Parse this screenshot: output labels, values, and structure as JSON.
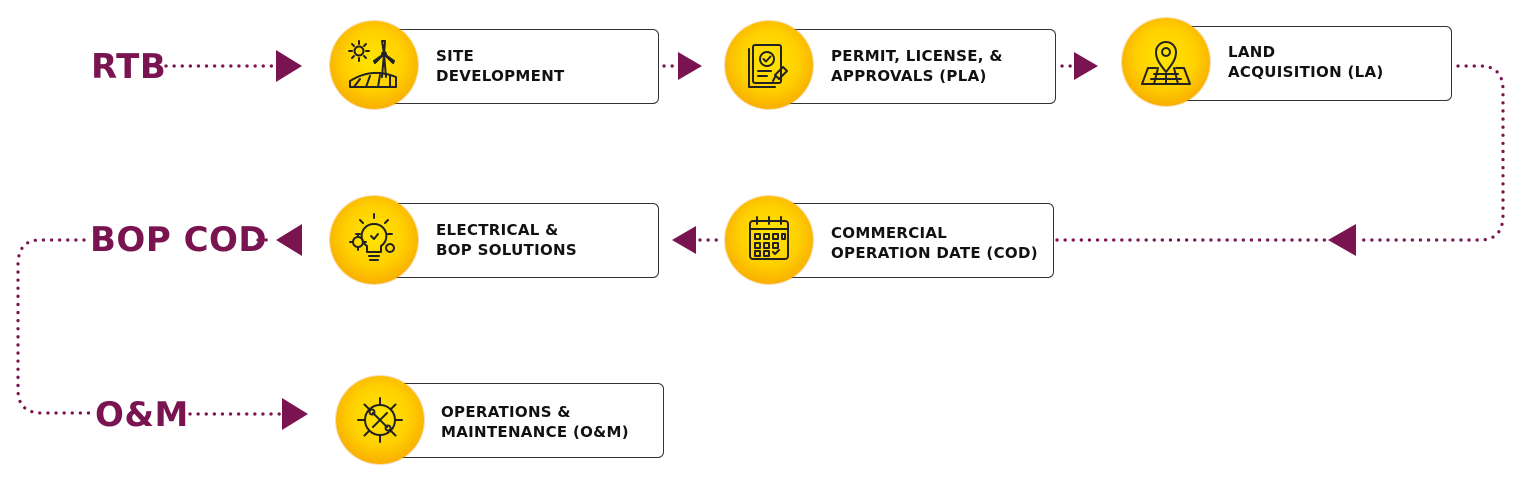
{
  "stages": {
    "rtb": "RTB",
    "bop_cod": "BOP COD",
    "om": "O&M"
  },
  "steps": [
    {
      "line1": "SITE",
      "line2": "DEVELOPMENT",
      "icon": "wind-solar-icon"
    },
    {
      "line1": "PERMIT, LICENSE, &",
      "line2": "APPROVALS (PLA)",
      "icon": "approved-document-icon"
    },
    {
      "line1": "LAND",
      "line2": "ACQUISITION (LA)",
      "icon": "map-pin-icon"
    },
    {
      "line1": "COMMERCIAL",
      "line2": "OPERATION DATE (COD)",
      "icon": "calendar-check-icon"
    },
    {
      "line1": "ELECTRICAL &",
      "line2": "BOP SOLUTIONS",
      "icon": "gear-bulb-icon"
    },
    {
      "line1": "OPERATIONS &",
      "line2": "MAINTENANCE (O&M)",
      "icon": "gear-tools-icon"
    }
  ],
  "colors": {
    "accent": "#7a1450",
    "icon_yellow": "#ffd000",
    "icon_orange": "#f09000"
  }
}
